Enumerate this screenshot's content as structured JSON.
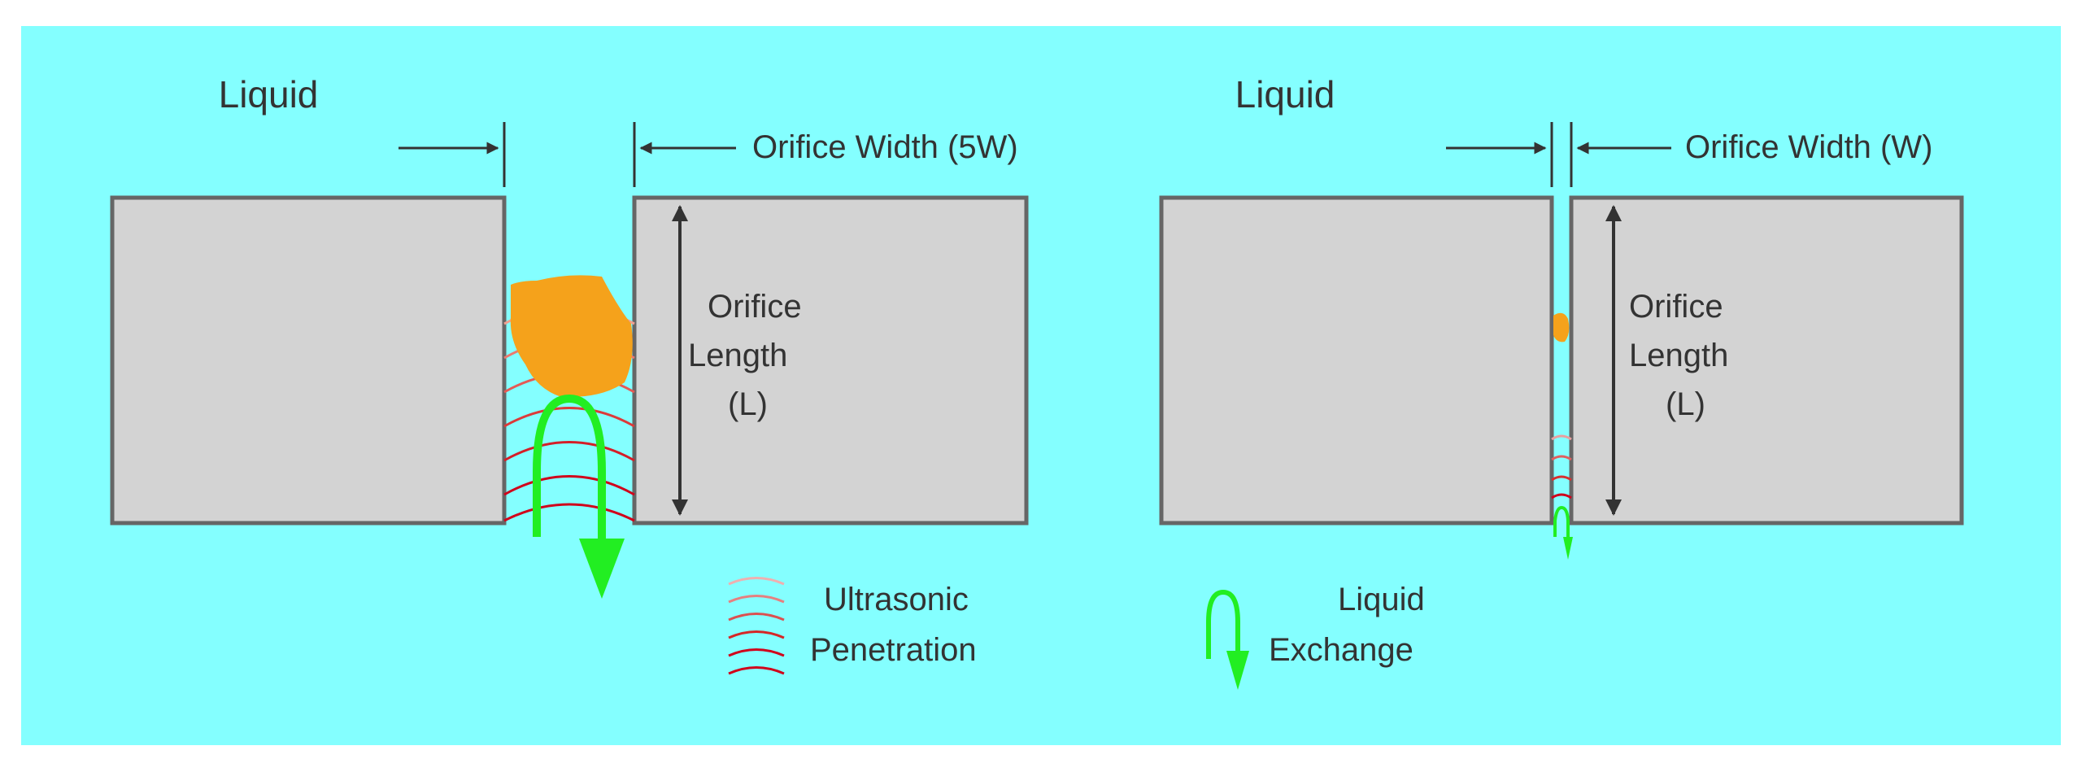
{
  "colors": {
    "background": "#84ffff",
    "block_fill": "#d3d3d3",
    "block_stroke": "#666666",
    "contaminant": "#f5a21b",
    "ultrasonic_wave": "#d0021b",
    "liquid_exchange": "#22ee22",
    "dimension_line": "#333333"
  },
  "left_panel": {
    "liquid_label": "Liquid",
    "orifice_width_label": "Orifice Width (5W)",
    "orifice_length_lines": [
      "Orifice",
      "Length",
      "(L)"
    ]
  },
  "right_panel": {
    "liquid_label": "Liquid",
    "orifice_width_label": "Orifice Width (W)",
    "orifice_length_lines": [
      "Orifice",
      "Length",
      "(L)"
    ]
  },
  "legend": {
    "ultrasonic_lines": [
      "Ultrasonic",
      "Penetration"
    ],
    "exchange_lines": [
      "Liquid",
      "Exchange"
    ]
  },
  "icons": [
    "arrowhead-icon",
    "wave-arcs-icon",
    "exchange-arrow-icon"
  ]
}
